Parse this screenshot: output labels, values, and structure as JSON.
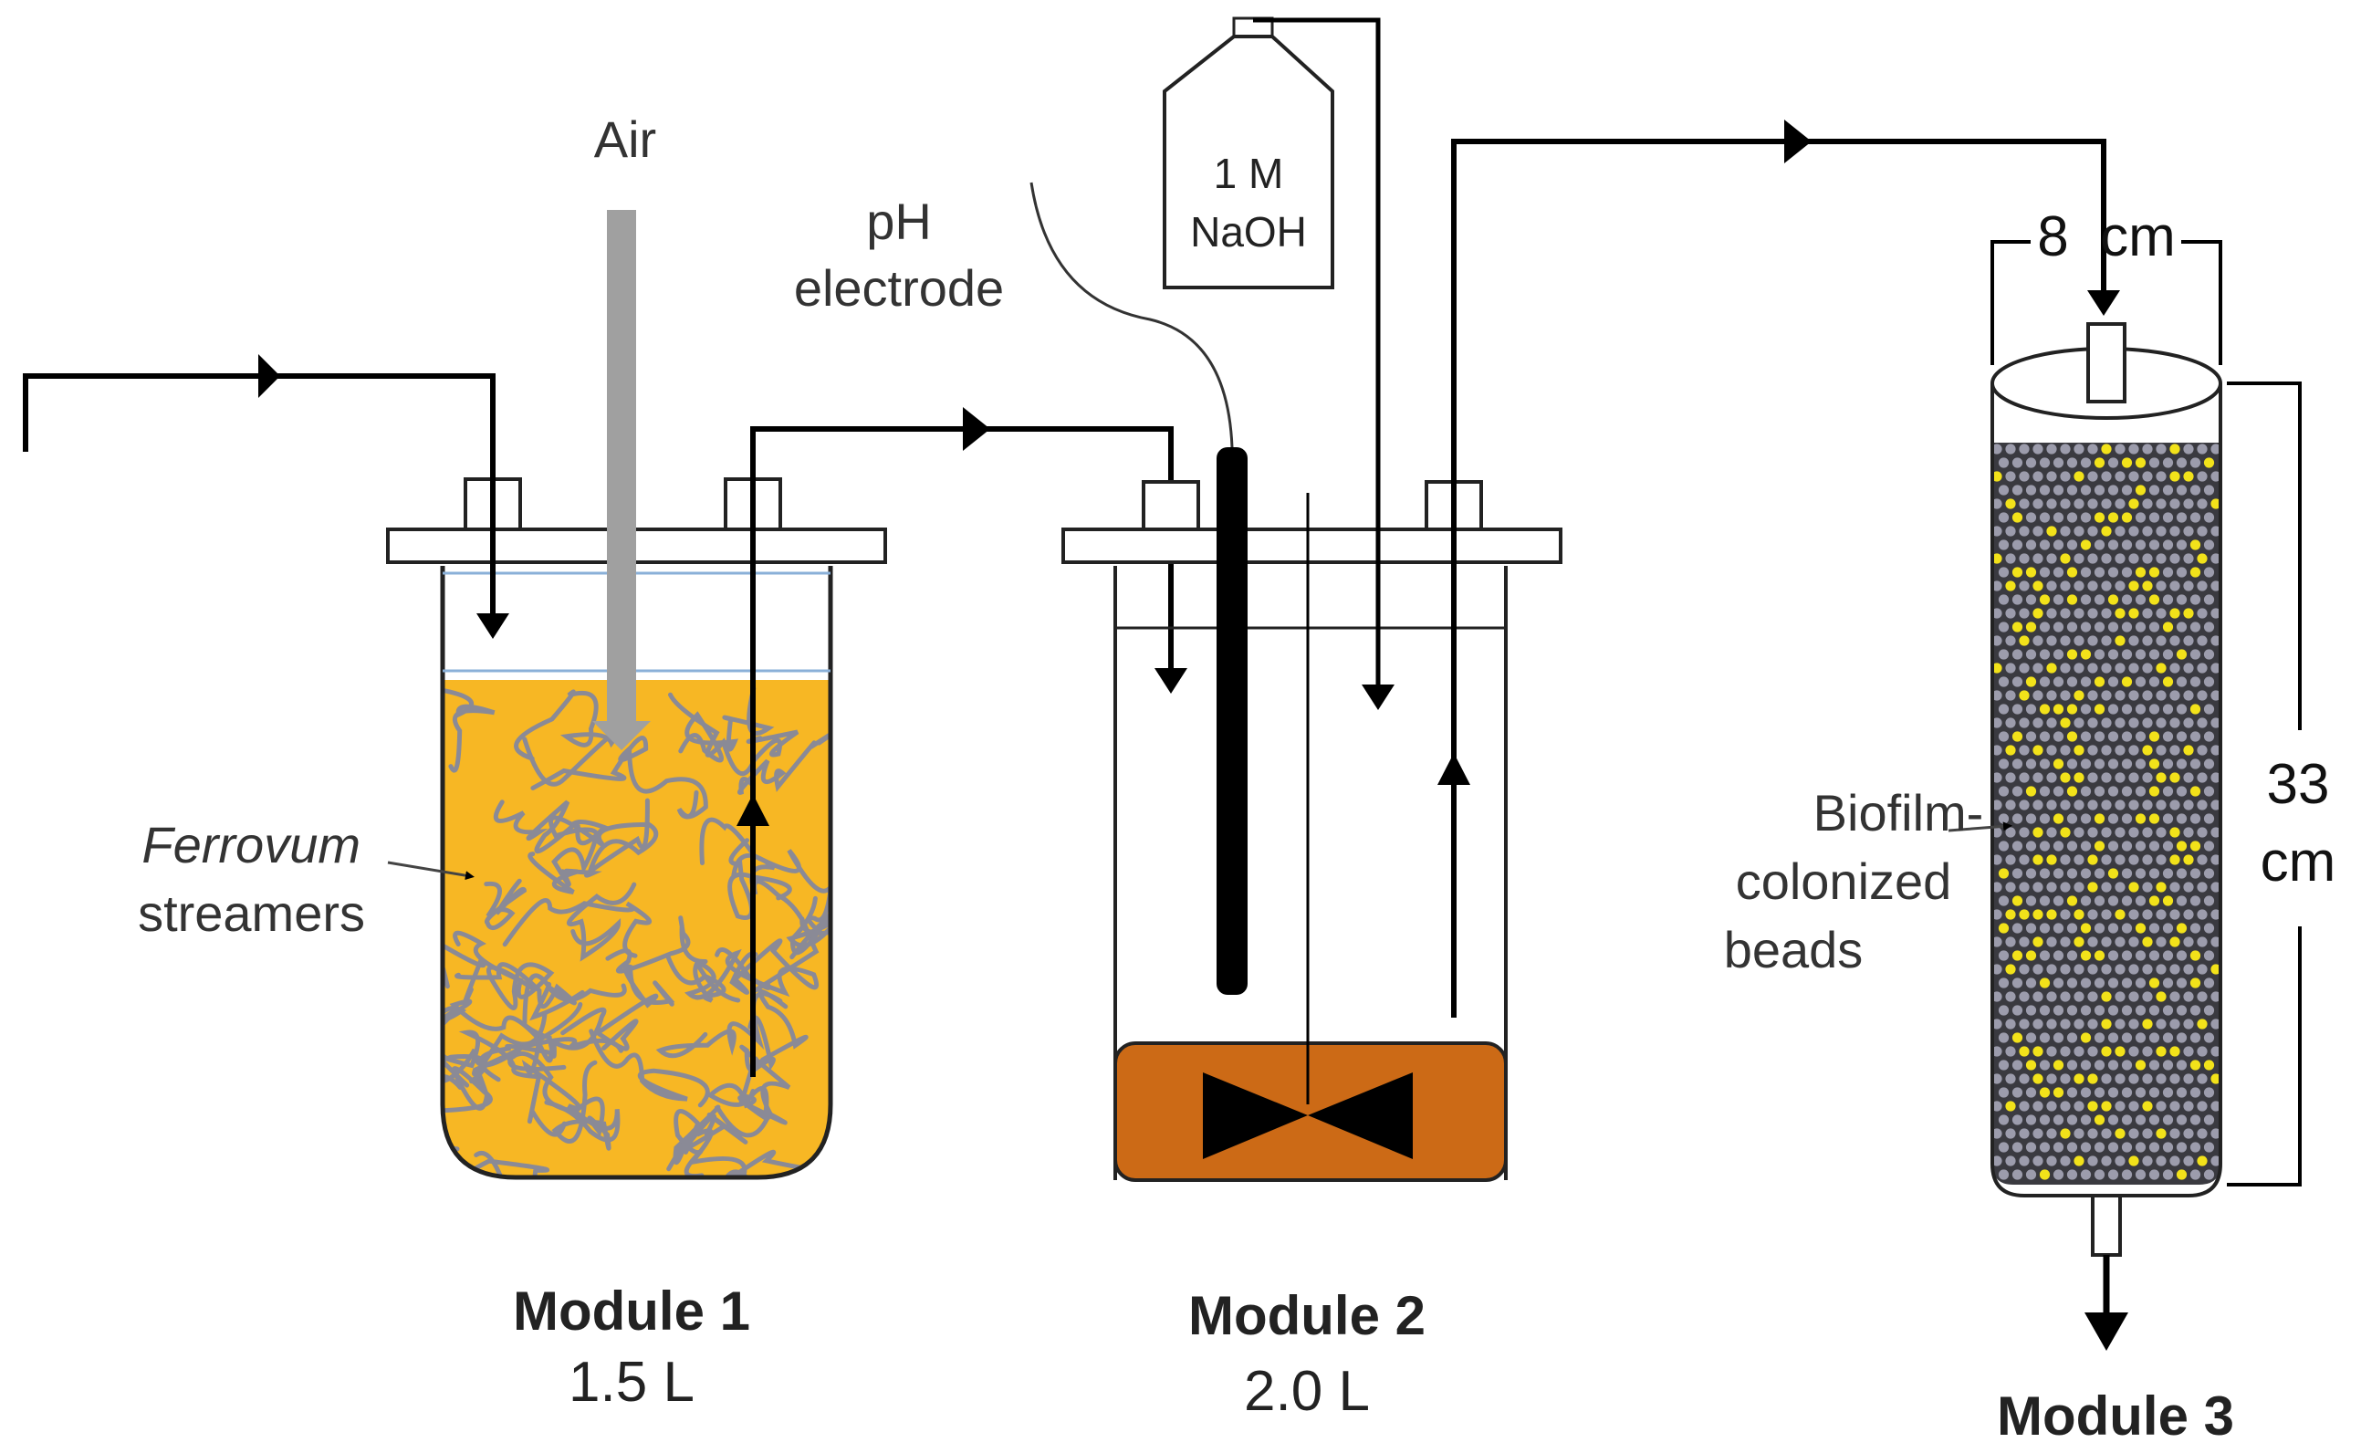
{
  "diagram": {
    "air_label": "Air",
    "ph_electrode_label": [
      "pH",
      "electrode"
    ],
    "naoh_bottle_label": [
      "1 M",
      "NaOH"
    ],
    "ferrovum_label": [
      "Ferrovum",
      "streamers"
    ],
    "biofilm_label": [
      "Biofilm-",
      "colonized",
      "beads"
    ],
    "column_width_label": "8  cm",
    "column_height_label": [
      "33",
      "cm"
    ],
    "modules": [
      {
        "name": "Module 1",
        "volume": "1.5 L"
      },
      {
        "name": "Module 2",
        "volume": "2.0 L"
      },
      {
        "name": "Module 3"
      }
    ],
    "colors": {
      "culture_fill": "#f7b724",
      "streamer": "#8a8a96",
      "sediment_fill": "#cc6a16",
      "air_tube": "#a0a0a0",
      "bead_grey": "#9c9cac",
      "bead_yellow": "#f2e21a",
      "column_bg": "#3a3a40",
      "line": "#000000"
    }
  }
}
